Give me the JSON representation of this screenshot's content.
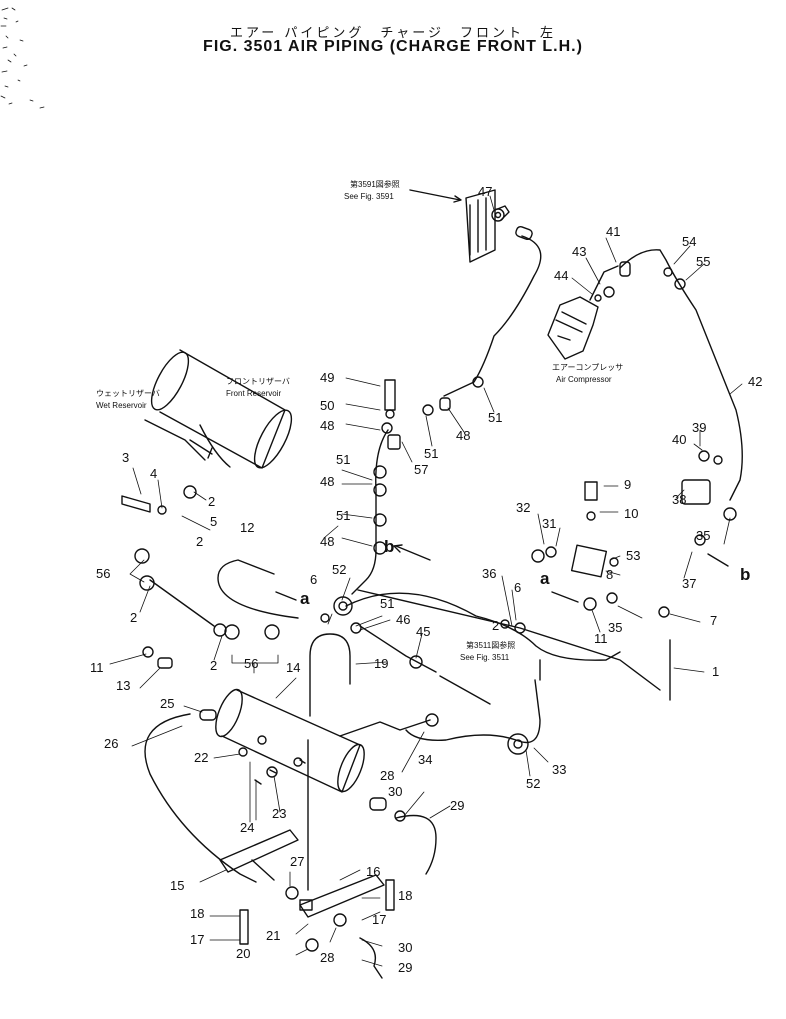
{
  "title": {
    "japanese": "エアー パイピング　チャージ　フロント　左",
    "english": "FIG. 3501   AIR PIPING (CHARGE FRONT L.H.)"
  },
  "notes": {
    "see_3591_jp": "第3591図参照",
    "see_3591_en": "See Fig. 3591",
    "see_3511_jp": "第3511図参照",
    "see_3511_en": "See Fig. 3511",
    "front_reservoir_jp": "フロントリザーバ",
    "front_reservoir_en": "Front Reservoir",
    "wet_reservoir_jp": "ウェットリザーバ",
    "wet_reservoir_en": "Wet Reservoir",
    "air_compressor_jp": "エアーコンプレッサ",
    "air_compressor_en": "Air Compressor"
  },
  "connectors": [
    "a",
    "b"
  ],
  "part_numbers": [
    "1",
    "2",
    "3",
    "4",
    "5",
    "6",
    "7",
    "8",
    "9",
    "10",
    "11",
    "12",
    "13",
    "14",
    "15",
    "16",
    "17",
    "18",
    "19",
    "20",
    "21",
    "22",
    "23",
    "24",
    "25",
    "26",
    "27",
    "28",
    "29",
    "30",
    "31",
    "32",
    "33",
    "34",
    "35",
    "36",
    "37",
    "38",
    "39",
    "40",
    "41",
    "42",
    "43",
    "44",
    "45",
    "46",
    "47",
    "48",
    "49",
    "50",
    "51",
    "52",
    "53",
    "54",
    "55",
    "56",
    "57"
  ]
}
